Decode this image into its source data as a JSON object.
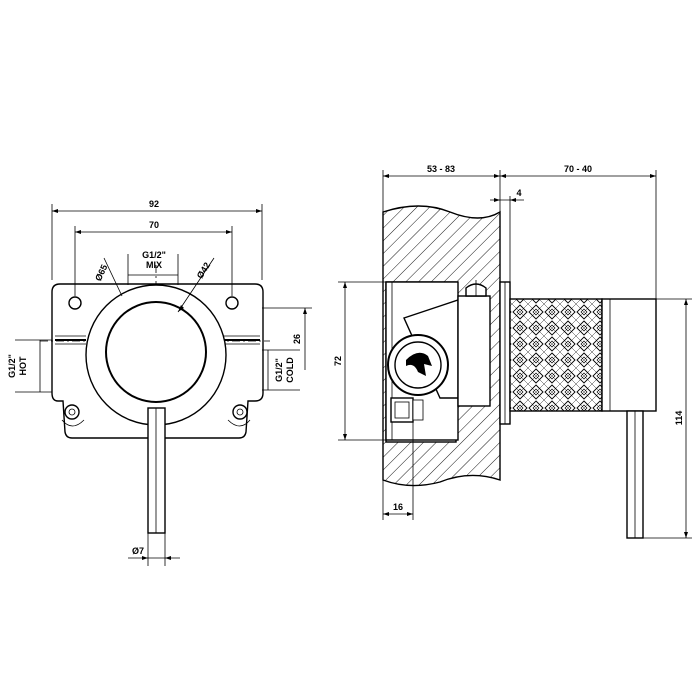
{
  "front_view": {
    "dim_overall_width": "92",
    "dim_hole_spacing": "70",
    "dim_mix_thread": "G1/2\"",
    "dim_mix_label": "MIX",
    "dim_outer_diameter": "Ø65",
    "dim_knob_diameter": "Ø42",
    "dim_hot_thread": "G1/2\"",
    "dim_hot_label": "HOT",
    "dim_cold_thread": "G1/2\"",
    "dim_cold_label": "COLD",
    "dim_offset": "26",
    "dim_lever_diameter": "Ø7"
  },
  "side_view": {
    "dim_wall_depth": "53 - 83",
    "dim_projection": "70 - 40",
    "dim_plate_thickness": "4",
    "dim_body_height": "72",
    "dim_total_height": "114",
    "dim_bottom_depth": "16"
  }
}
